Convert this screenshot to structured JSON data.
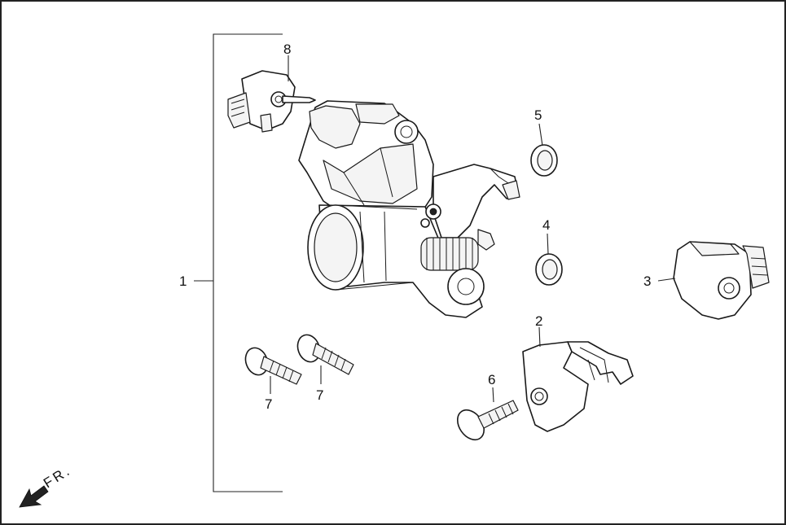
{
  "callouts": {
    "c1": "1",
    "c2": "2",
    "c3": "3",
    "c4": "4",
    "c5": "5",
    "c6": "6",
    "c7a": "7",
    "c7b": "7",
    "c8": "8"
  },
  "direction": {
    "label": "FR.",
    "icon": "front-arrow-icon"
  },
  "colors": {
    "line": "#1a1a1a",
    "background": "#ffffff"
  }
}
